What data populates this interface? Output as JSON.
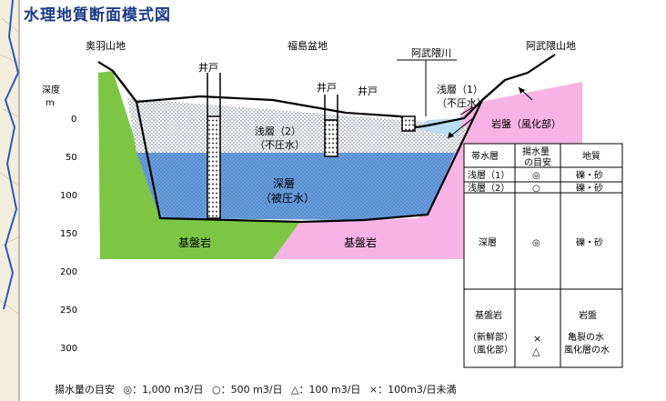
{
  "title": "水理地質断面模式図",
  "places": {
    "ouu_mountains": "奥羽山地",
    "fukushima_basin": "福島盆地",
    "abukuma_river": "阿武隈川",
    "abukuma_mountains": "阿武隈山地"
  },
  "well_label": "井戸",
  "depth_axis": {
    "label_line1": "深度",
    "label_line2": "m",
    "ticks": [
      "0",
      "50",
      "100",
      "150",
      "200",
      "250",
      "300"
    ]
  },
  "zones": {
    "shallow1_line1": "浅層（1）",
    "shallow1_line2": "（不圧水）",
    "shallow2_line1": "浅層（2）",
    "shallow2_line2": "（不圧水）",
    "deep_line1": "深層",
    "deep_line2": "（被圧水）",
    "rock_weathered": "岩盤（風化部）",
    "basement_left": "基盤岩",
    "basement_right": "基盤岩"
  },
  "table": {
    "headers": [
      "帯水層",
      "揚水量\nの目安",
      "地質"
    ],
    "rows": [
      {
        "aquifer": "浅層（1）",
        "yield": "◎",
        "geology": "礫・砂"
      },
      {
        "aquifer": "浅層（2）",
        "yield": "○",
        "geology": "礫・砂"
      },
      {
        "aquifer": "深層",
        "yield": "◎",
        "geology": "礫・砂"
      }
    ],
    "basement": {
      "aquifer_line1": "基盤岩",
      "aquifer_line2": "（新鮮部）",
      "aquifer_line3": "（風化部）",
      "yield_line1": "×",
      "yield_line2": "△",
      "geology_line1": "岩盤",
      "geology_line2": "亀裂の水",
      "geology_line3": "風化層の水"
    }
  },
  "legend": {
    "title": "揚水量の目安",
    "item1": "◎：1,000 m3/日",
    "item2": "○：500 m3/日",
    "item3": "△：100 m3/日",
    "item4": "×：100m3/日未満"
  },
  "colors": {
    "title": "#1a3a8a",
    "deep_aquifer": "#5b8fd4",
    "shallow_aquifer": "#b9bfc9",
    "basement_left": "#7cc644",
    "basement_right": "#f7b3e4",
    "river": "#b8ddf0"
  }
}
